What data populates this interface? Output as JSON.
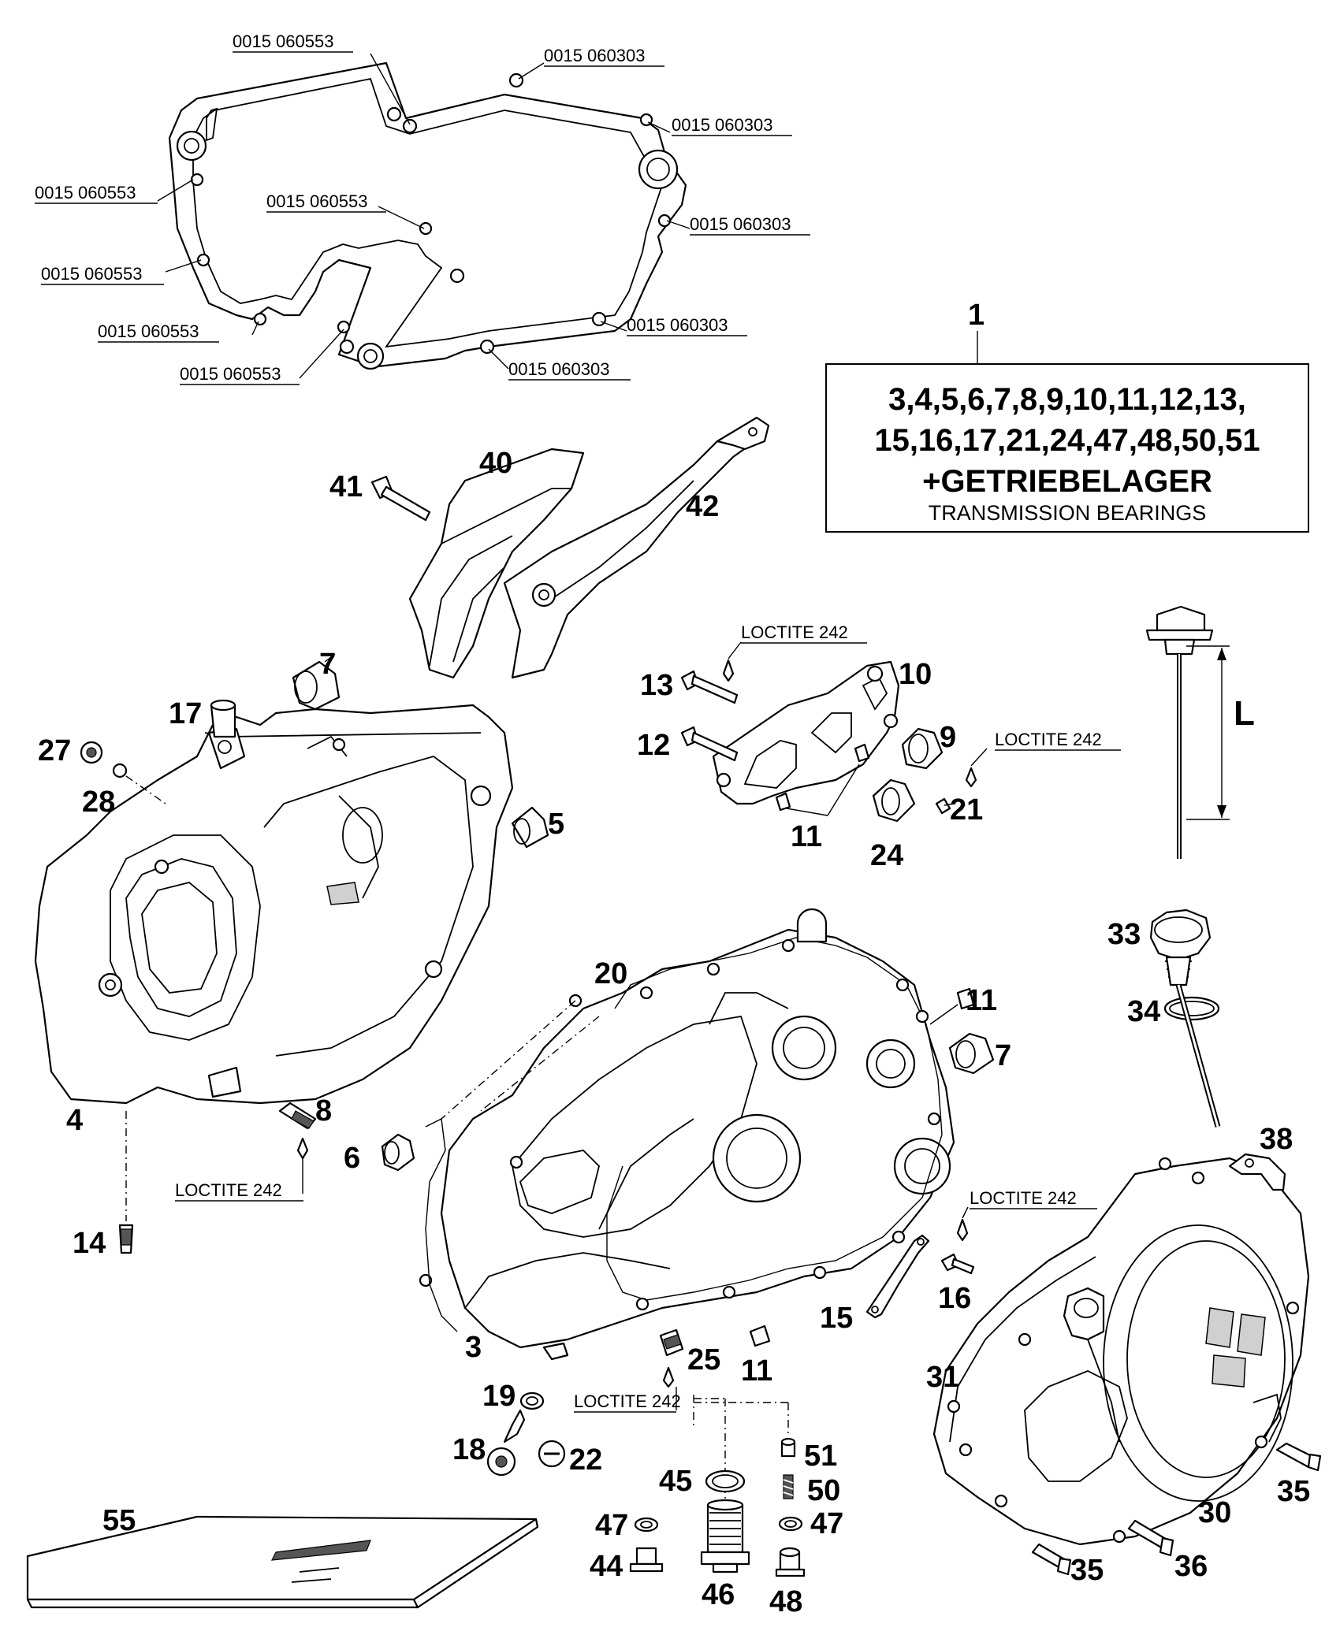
{
  "gasket_part_numbers": {
    "p1": "0015 060553",
    "p2": "0015 060303",
    "p3": "0015 060303",
    "p4": "0015 060553",
    "p5": "0015 060553",
    "p6": "0015 060303",
    "p7": "0015 060553",
    "p8": "0015 060553",
    "p9": "0015 060303",
    "p10": "0015 060553",
    "p11": "0015 060303"
  },
  "kit_box": {
    "number": "1",
    "line1": "3,4,5,6,7,8,9,10,11,12,13,",
    "line2": "15,16,17,21,24,47,48,50,51",
    "line3": "+GETRIEBELAGER",
    "line4": "TRANSMISSION BEARINGS"
  },
  "notes": {
    "loctite_a": "LOCTITE 242",
    "loctite_b": "LOCTITE 242",
    "loctite_c": "LOCTITE 242",
    "loctite_d": "LOCTITE 242",
    "loctite_e": "LOCTITE 242",
    "dimension": "L"
  },
  "callouts": {
    "c3": "3",
    "c4": "4",
    "c5": "5",
    "c6": "6",
    "c7a": "7",
    "c7b": "7",
    "c8": "8",
    "c9": "9",
    "c10": "10",
    "c11a": "11",
    "c11b": "11",
    "c11c": "11",
    "c12": "12",
    "c13": "13",
    "c14": "14",
    "c15": "15",
    "c16": "16",
    "c17": "17",
    "c18": "18",
    "c19": "19",
    "c20": "20",
    "c21": "21",
    "c22": "22",
    "c24": "24",
    "c25": "25",
    "c27": "27",
    "c28": "28",
    "c30": "30",
    "c31": "31",
    "c33": "33",
    "c34": "34",
    "c35a": "35",
    "c35b": "35",
    "c36": "36",
    "c38": "38",
    "c40": "40",
    "c41": "41",
    "c42": "42",
    "c44": "44",
    "c45": "45",
    "c46": "46",
    "c47a": "47",
    "c47b": "47",
    "c48": "48",
    "c50": "50",
    "c51": "51",
    "c55": "55"
  },
  "colors": {
    "ink": "#000000",
    "paper": "#ffffff",
    "shade": "#d0d0d0"
  }
}
